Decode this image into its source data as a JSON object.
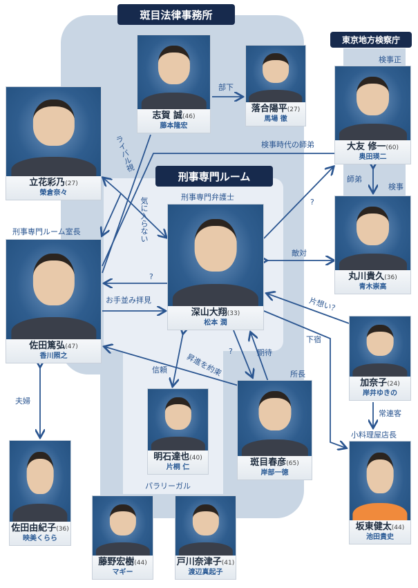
{
  "sections": {
    "madarame_office": "斑目法律事務所",
    "tokyo_prosecutors": "東京地方検察庁",
    "criminal_room": "刑事専門ルーム"
  },
  "roles": {
    "chief_prosecutor": "検事正",
    "prosecutor": "検事",
    "criminal_lawyer": "刑事専門弁護士",
    "room_chief": "刑事専門ルーム室長",
    "director": "所長",
    "restaurant_owner": "小料理屋店長",
    "paralegal": "パラリーガル"
  },
  "relations": {
    "subordinate": "部下",
    "rival": "ライバル視",
    "mentor_prosecutor": "検事時代の師弟",
    "dislike": "気に入らない",
    "q1": "?",
    "mentor": "師弟",
    "hostile": "敵対",
    "q2": "?",
    "watch": "お手並み拝見",
    "crush": "片想い？",
    "lodging": "下宿",
    "expect": "期待",
    "q3": "?",
    "promise": "昇進を約束",
    "trust": "信頼",
    "married": "夫婦",
    "regular": "常連客"
  },
  "people": {
    "shiga": {
      "name": "志賀 誠",
      "age": "(46)",
      "actor": "藤本隆宏"
    },
    "ochiai": {
      "name": "落合陽平",
      "age": "(27)",
      "actor": "馬場 徹"
    },
    "otomo": {
      "name": "大友 修一",
      "age": "(60)",
      "actor": "奥田瑛二"
    },
    "tachibana": {
      "name": "立花彩乃",
      "age": "(27)",
      "actor": "榮倉奈々"
    },
    "miyama": {
      "name": "深山大翔",
      "age": "(33)",
      "actor": "松本 潤"
    },
    "marukawa": {
      "name": "丸川貴久",
      "age": "(36)",
      "actor": "青木崇高"
    },
    "sada": {
      "name": "佐田篤弘",
      "age": "(47)",
      "actor": "香川照之"
    },
    "kanako": {
      "name": "加奈子",
      "age": "(24)",
      "actor": "岸井ゆきの"
    },
    "akashi": {
      "name": "明石達也",
      "age": "(40)",
      "actor": "片桐 仁"
    },
    "madarame": {
      "name": "斑目春彦",
      "age": "(65)",
      "actor": "岸部一徳"
    },
    "sada_yukiko": {
      "name": "佐田由紀子",
      "age": "(36)",
      "actor": "映美くらら"
    },
    "bando": {
      "name": "坂東健太",
      "age": "(44)",
      "actor": "池田貴史"
    },
    "fujino": {
      "name": "藤野宏樹",
      "age": "(44)",
      "actor": "マギー"
    },
    "togawa": {
      "name": "戸川奈津子",
      "age": "(41)",
      "actor": "渡辺真起子"
    }
  }
}
